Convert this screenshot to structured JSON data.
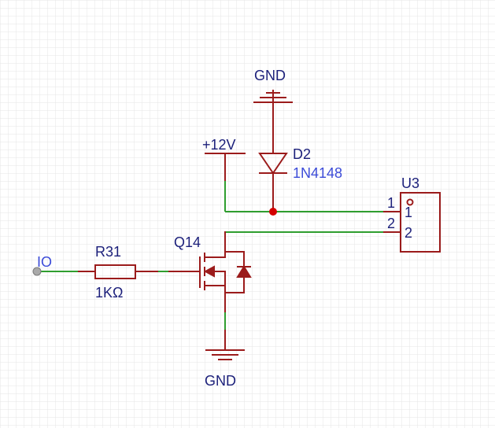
{
  "labels": {
    "io": "IO",
    "r31": "R31",
    "r31_value": "1KΩ",
    "q14": "Q14",
    "d2": "D2",
    "d2_value": "1N4148",
    "plus12v": "+12V",
    "gnd_top": "GND",
    "gnd_bottom": "GND",
    "u3": "U3",
    "u3_pin1_outer": "1",
    "u3_pin2_outer": "2",
    "u3_pin1_inner": "1",
    "u3_pin2_inner": "2"
  },
  "colors": {
    "wire": "#2f9e2f",
    "component": "#9b1b1b",
    "text": "#1b1f7a",
    "net_label": "#3b4bd8",
    "junction": "#d40000",
    "grid": "#e6e6e6"
  }
}
